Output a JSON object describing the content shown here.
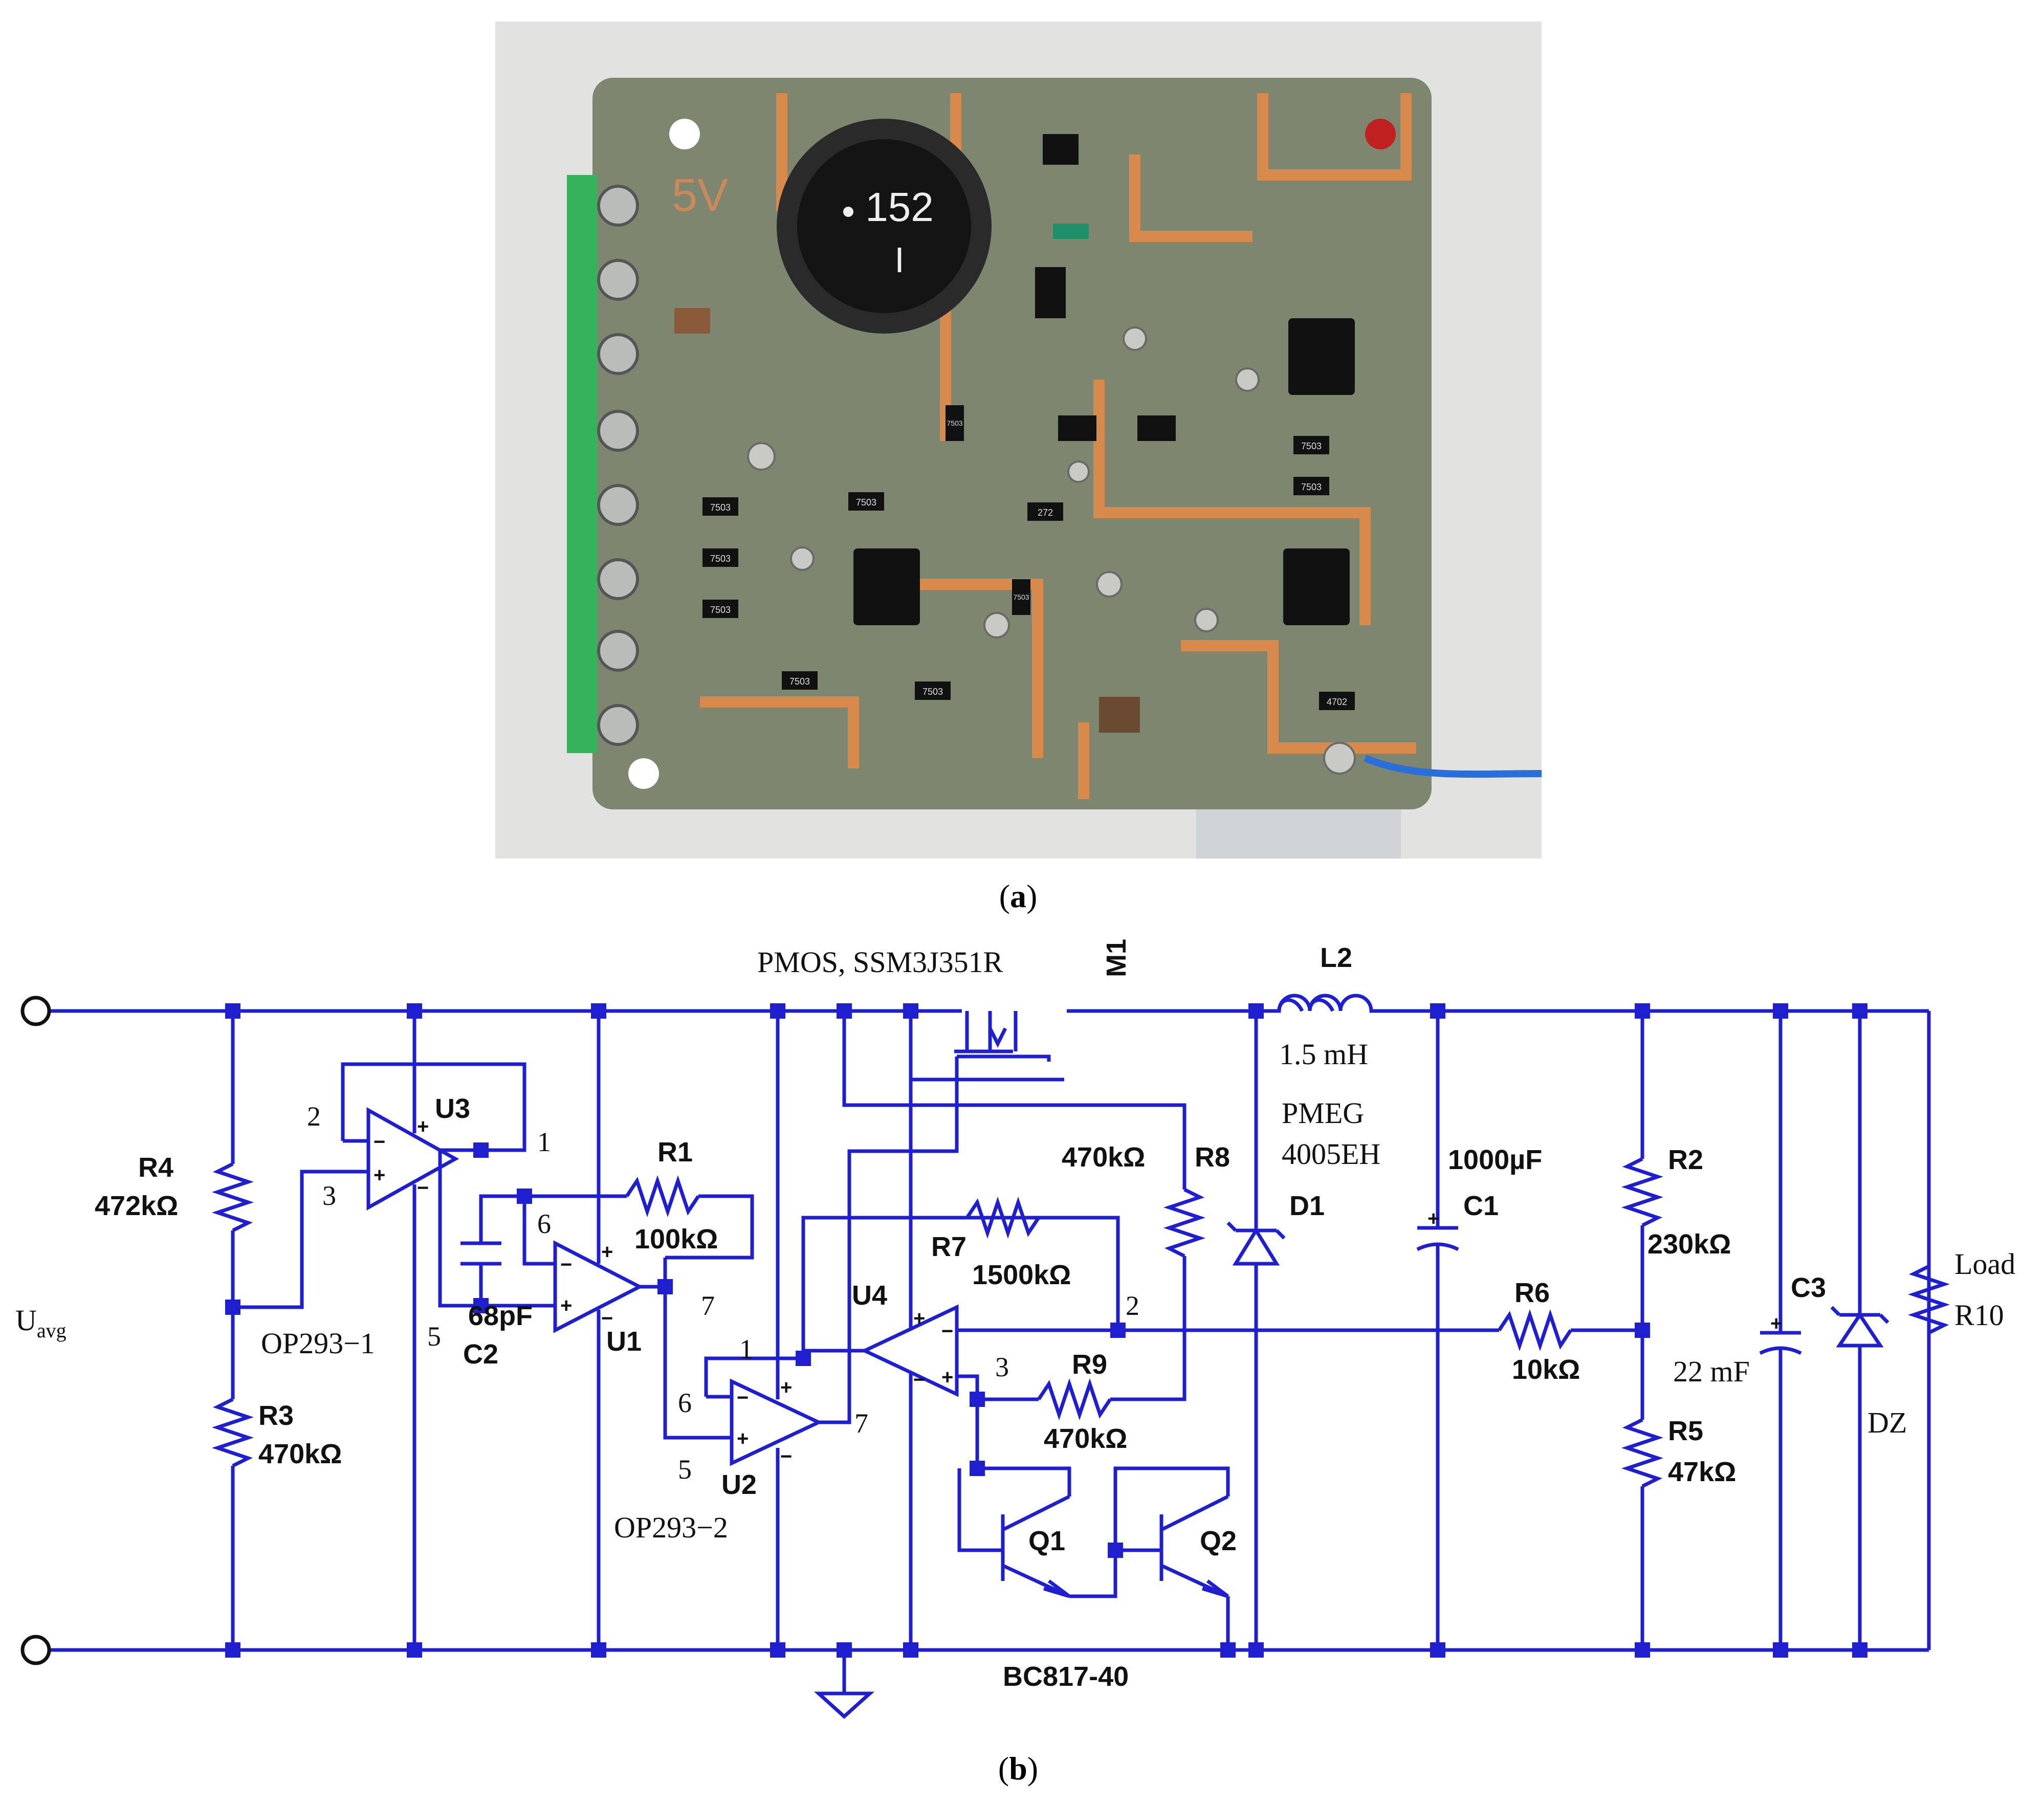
{
  "captions": {
    "a": "a",
    "b": "b"
  },
  "photo": {
    "silkscreen": "5V",
    "inductor_marking": "152",
    "inductor_marking_2": "I",
    "resistor_markings": [
      "7503",
      "7503",
      "7503",
      "7503",
      "7503",
      "7503",
      "7503",
      "7503",
      "7503",
      "7503",
      "272",
      "4702"
    ]
  },
  "schematic": {
    "input_label": "U",
    "input_label_sub": "avg",
    "components": {
      "R1": {
        "ref": "R1",
        "value": "100kΩ"
      },
      "R2": {
        "ref": "R2",
        "value": "230kΩ"
      },
      "R3": {
        "ref": "R3",
        "value": "470kΩ"
      },
      "R4": {
        "ref": "R4",
        "value": "472kΩ"
      },
      "R5": {
        "ref": "R5",
        "value": "47kΩ"
      },
      "R6": {
        "ref": "R6",
        "value": "10kΩ"
      },
      "R7": {
        "ref": "R7",
        "value": "1500kΩ"
      },
      "R8": {
        "ref": "R8",
        "value": "470kΩ"
      },
      "R9": {
        "ref": "R9",
        "value": "470kΩ"
      },
      "R10": {
        "ref": "R10",
        "label": "Load"
      },
      "C1": {
        "ref": "C1",
        "value": "1000µF"
      },
      "C2": {
        "ref": "C2",
        "value": "68pF"
      },
      "C3": {
        "ref": "C3",
        "value": "22 mF"
      },
      "L2": {
        "ref": "L2",
        "value": "1.5 mH"
      },
      "D1": {
        "ref": "D1",
        "part_line1": "PMEG",
        "part_line2": "4005EH"
      },
      "DZ": {
        "ref": "DZ"
      },
      "M1": {
        "ref": "M1",
        "part": "PMOS, SSM3J351R"
      },
      "U1": {
        "ref": "U1"
      },
      "U2": {
        "ref": "U2",
        "part": "OP293−2"
      },
      "U3": {
        "ref": "U3",
        "part": "OP293−1"
      },
      "U4": {
        "ref": "U4"
      },
      "Q1": {
        "ref": "Q1"
      },
      "Q2": {
        "ref": "Q2"
      },
      "transistor_part": "BC817-40"
    },
    "pins": {
      "u3_in_minus": "2",
      "u3_in_plus": "3",
      "u3_out": "1",
      "u1_in_minus": "6",
      "u1_in_plus": "5",
      "u1_out": "7",
      "u2_in_minus": "6",
      "u2_in_plus": "5",
      "u2_out": "7",
      "u4_out": "1",
      "u4_in_minus": "2",
      "u4_in_plus": "3"
    },
    "sign_plus": "+",
    "sign_minus": "−"
  }
}
